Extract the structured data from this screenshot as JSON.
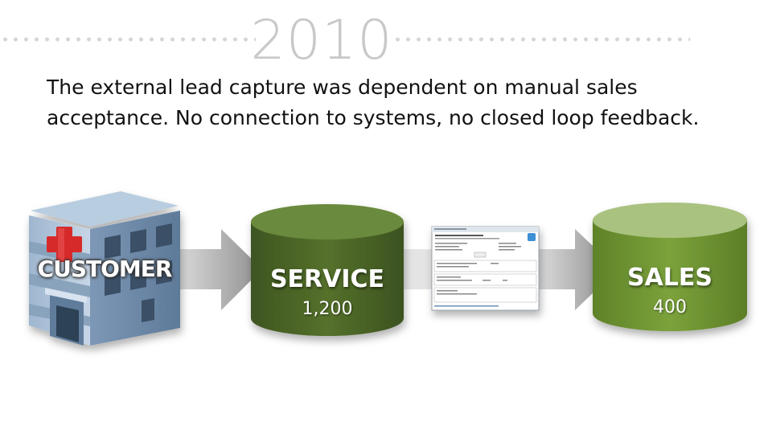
{
  "slide": {
    "year": "2010",
    "headline": "The external lead capture was dependent on manual sales acceptance. No connection to systems, no closed loop feedback."
  },
  "customer": {
    "label": "CUSTOMER",
    "icon": "hospital-building-icon"
  },
  "service": {
    "label": "SERVICE",
    "count": "1,200",
    "color": "#4a6425"
  },
  "sales": {
    "label": "SALES",
    "count": "400",
    "color": "#6f9530"
  },
  "screenshot_thumbnail": {
    "icon": "application-window-thumbnail"
  },
  "colors": {
    "arrow": "#9a9a9a",
    "dots": "#d6d6d6",
    "year": "#c8c8c8"
  }
}
